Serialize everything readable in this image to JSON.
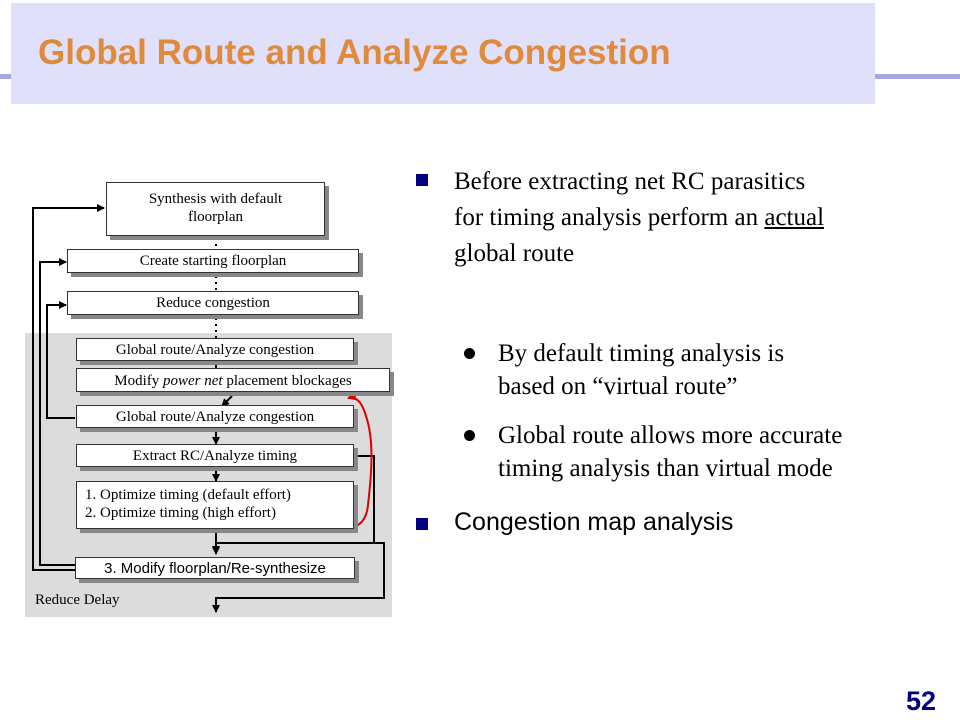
{
  "slide": {
    "title": "Global Route and Analyze Congestion",
    "page_number": "52"
  },
  "flow": {
    "synthesis_line1": "Synthesis with default",
    "synthesis_line2": "floorplan",
    "create_floorplan": "Create starting floorplan",
    "reduce_congestion": "Reduce congestion",
    "global_route_1": "Global route/Analyze congestion",
    "modify_pre": "Modify ",
    "modify_em": "power net",
    "modify_post": " placement blockages",
    "global_route_2": "Global route/Analyze congestion",
    "extract_rc": "Extract RC/Analyze timing",
    "optimize_1": "1. Optimize timing (default effort)",
    "optimize_2": "2. Optimize timing (high effort)",
    "modify_floorplan": "3. Modify floorplan/Re-synthesize",
    "reduce_delay_label": "Reduce Delay"
  },
  "bullets": {
    "b1_line1": "Before extracting net RC parasitics",
    "b1_line2_pre": "for timing analysis perform an ",
    "b1_line2_u": "actual",
    "b1_line3": "global route",
    "s1_line1": "By default timing analysis is",
    "s1_line2": "based on “virtual route”",
    "s2_line1": "Global route allows more accurate",
    "s2_line2": "timing analysis than virtual mode",
    "b2": "Congestion map analysis"
  },
  "colors": {
    "title": "#e08a3c",
    "header_band": "#e0e0fa",
    "page_number": "#000080",
    "bullet_square": "#000080",
    "loop_arrow": "#e00000",
    "reduce_delay_panel": "#dcdcdc"
  }
}
